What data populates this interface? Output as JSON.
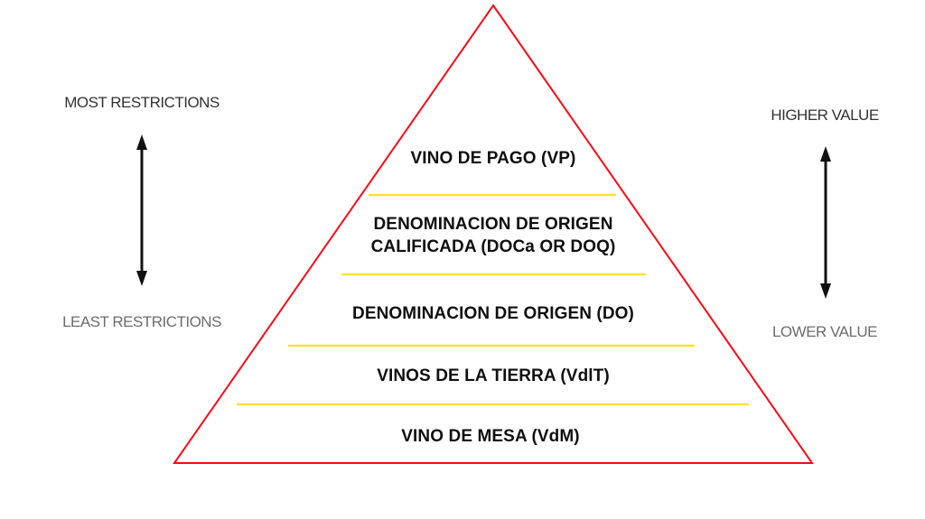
{
  "colors": {
    "background": "#ffffff",
    "outline": "#fb0a16",
    "divider": "#ffe138",
    "tier_text": "#0f0f0f",
    "label_dark": "#323232",
    "label_gray": "#6d6d6d",
    "arrow": "#111111"
  },
  "pyramid": {
    "description": "Spanish wine classification pyramid",
    "tiers": [
      {
        "id": "vp",
        "rank": 1,
        "lines": [
          "VINO DE PAGO (VP)"
        ]
      },
      {
        "id": "doca",
        "rank": 2,
        "lines": [
          "DENOMINACION DE ORIGEN",
          "CALIFICADA (DOCa OR DOQ)"
        ]
      },
      {
        "id": "do",
        "rank": 3,
        "lines": [
          "DENOMINACION DE ORIGEN (DO)"
        ]
      },
      {
        "id": "vdlt",
        "rank": 4,
        "lines": [
          "VINOS DE LA TIERRA (VdlT)"
        ]
      },
      {
        "id": "vdm",
        "rank": 5,
        "lines": [
          "VINO DE MESA (VdM)"
        ]
      }
    ]
  },
  "annotations": {
    "restrictions": {
      "top": "MOST RESTRICTIONS",
      "bottom": "LEAST RESTRICTIONS"
    },
    "value": {
      "top": "HIGHER VALUE",
      "bottom": "LOWER VALUE"
    }
  }
}
